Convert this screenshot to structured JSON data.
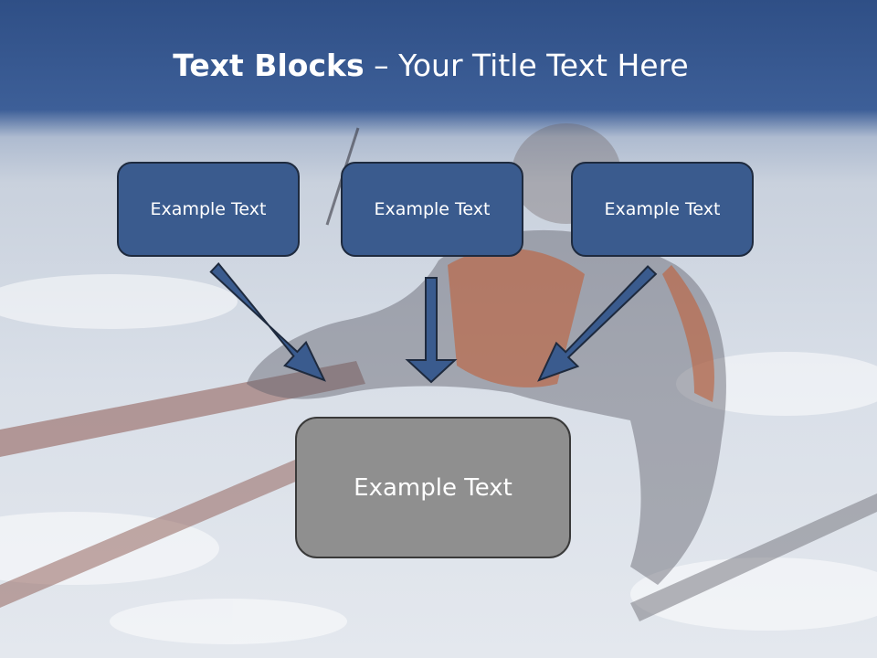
{
  "slide": {
    "title_bold": "Text Blocks",
    "title_rest": "– Your Title Text Here"
  },
  "blocks": [
    {
      "label": "Example Text"
    },
    {
      "label": "Example Text"
    },
    {
      "label": "Example Text"
    }
  ],
  "target": {
    "label": "Example Text"
  },
  "colors": {
    "header": "#2f4f86",
    "block_fill": "#3a5b8e",
    "block_border": "#1e2a3e",
    "target_fill": "#8f8f8f",
    "arrow": "#3a5b8e"
  },
  "background": {
    "icon": "skier-photo"
  }
}
